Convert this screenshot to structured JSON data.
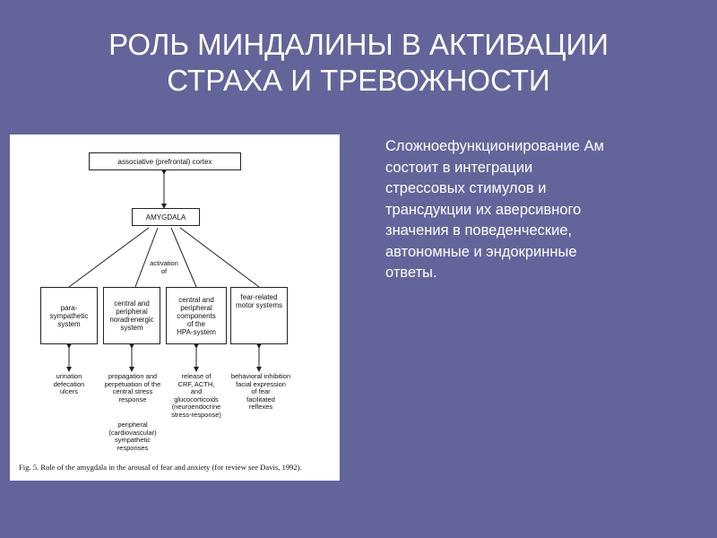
{
  "slide": {
    "title_lines": [
      "РОЛЬ МИНДАЛИНЫ В АКТИВАЦИИ",
      "СТРАХА И ТРЕВОЖНОСТИ"
    ],
    "body_lines": [
      "Сложноефункционирование Ам",
      "состоит в интеграции",
      "стрессовых стимулов и",
      "трансдукции их аверсивного",
      "значения в поведенческие,",
      "автономные и эндокринные",
      "ответы."
    ]
  },
  "diagram": {
    "top_box": "associative (prefrontal) cortex",
    "amygdala": "AMYGDALA",
    "activation_label": [
      "activation",
      "of"
    ],
    "systems": [
      [
        "para-",
        "sympathetic",
        "system"
      ],
      [
        "central and",
        "peripheral",
        "noradrenergic",
        "system"
      ],
      [
        "central and",
        "peripheral",
        "components",
        "of the",
        "HPA-system"
      ],
      [
        "fear-related",
        "motor systems"
      ]
    ],
    "outputs": [
      [
        "urination",
        "defecation",
        "ulcers"
      ],
      [
        "propagation and",
        "perpetuation of the",
        "central stress",
        "response"
      ],
      [
        "release of",
        "CRF, ACTH,",
        "and",
        "glucocorticoids",
        "(neuroendocrine",
        "stress-response)"
      ],
      [
        "behavioral inhibition",
        "facial expression",
        "of fear",
        "facilitated",
        "reflexes"
      ]
    ],
    "extra_output": [
      "peripheral",
      "(cardiovascular)",
      "sympathetic",
      "responses"
    ],
    "caption": "Fig. 5.  Role of the amygdala in the arousal of fear and anxiety (for review see Davis, 1992)."
  }
}
